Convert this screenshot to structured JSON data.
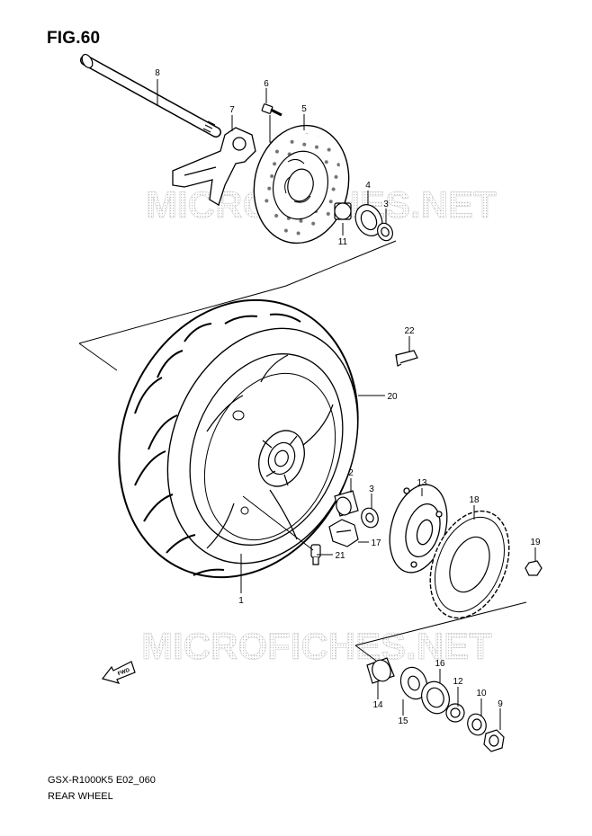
{
  "figure_title": "FIG.60",
  "diagram_code": "GSX-R1000K5 E02_060",
  "diagram_name": "REAR WHEEL",
  "watermark": "MICROFICHES.NET",
  "direction_label": "FWD",
  "callouts": [
    {
      "id": "c8",
      "label": "8"
    },
    {
      "id": "c6",
      "label": "6"
    },
    {
      "id": "c7",
      "label": "7"
    },
    {
      "id": "c5",
      "label": "5"
    },
    {
      "id": "c4",
      "label": "4"
    },
    {
      "id": "c3a",
      "label": "3"
    },
    {
      "id": "c11",
      "label": "11"
    },
    {
      "id": "c22",
      "label": "22"
    },
    {
      "id": "c20",
      "label": "20"
    },
    {
      "id": "c2",
      "label": "2"
    },
    {
      "id": "c3b",
      "label": "3"
    },
    {
      "id": "c13",
      "label": "13"
    },
    {
      "id": "c18",
      "label": "18"
    },
    {
      "id": "c17",
      "label": "17"
    },
    {
      "id": "c21",
      "label": "21"
    },
    {
      "id": "c19",
      "label": "19"
    },
    {
      "id": "c1",
      "label": "1"
    },
    {
      "id": "c16",
      "label": "16"
    },
    {
      "id": "c12",
      "label": "12"
    },
    {
      "id": "c14",
      "label": "14"
    },
    {
      "id": "c10",
      "label": "10"
    },
    {
      "id": "c9",
      "label": "9"
    },
    {
      "id": "c15",
      "label": "15"
    }
  ]
}
